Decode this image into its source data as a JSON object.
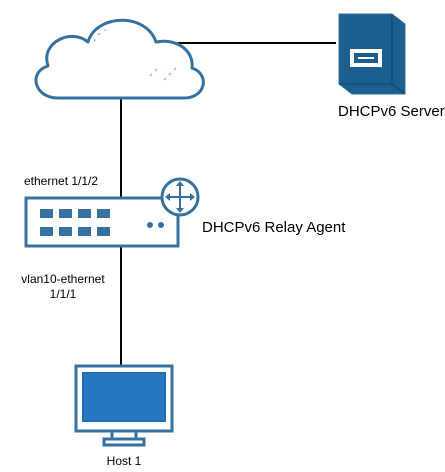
{
  "nodes": {
    "cloud": {
      "icon": "cloud-icon"
    },
    "server": {
      "icon": "server-icon",
      "label": "DHCPv6 Server"
    },
    "relay": {
      "icon": "switch-router-icon",
      "label": "DHCPv6 Relay Agent"
    },
    "host": {
      "icon": "monitor-icon",
      "label": "Host 1"
    }
  },
  "ports": {
    "uplink": "ethernet 1/1/2",
    "downlink_line1": "vlan10-ethernet",
    "downlink_line2": "1/1/1"
  },
  "colors": {
    "stroke": "#36719f",
    "icon_fill": "#1a5f8f",
    "screen": "#1f6fb6",
    "cloud_fill": "#ffffff",
    "connector": "#000000"
  }
}
